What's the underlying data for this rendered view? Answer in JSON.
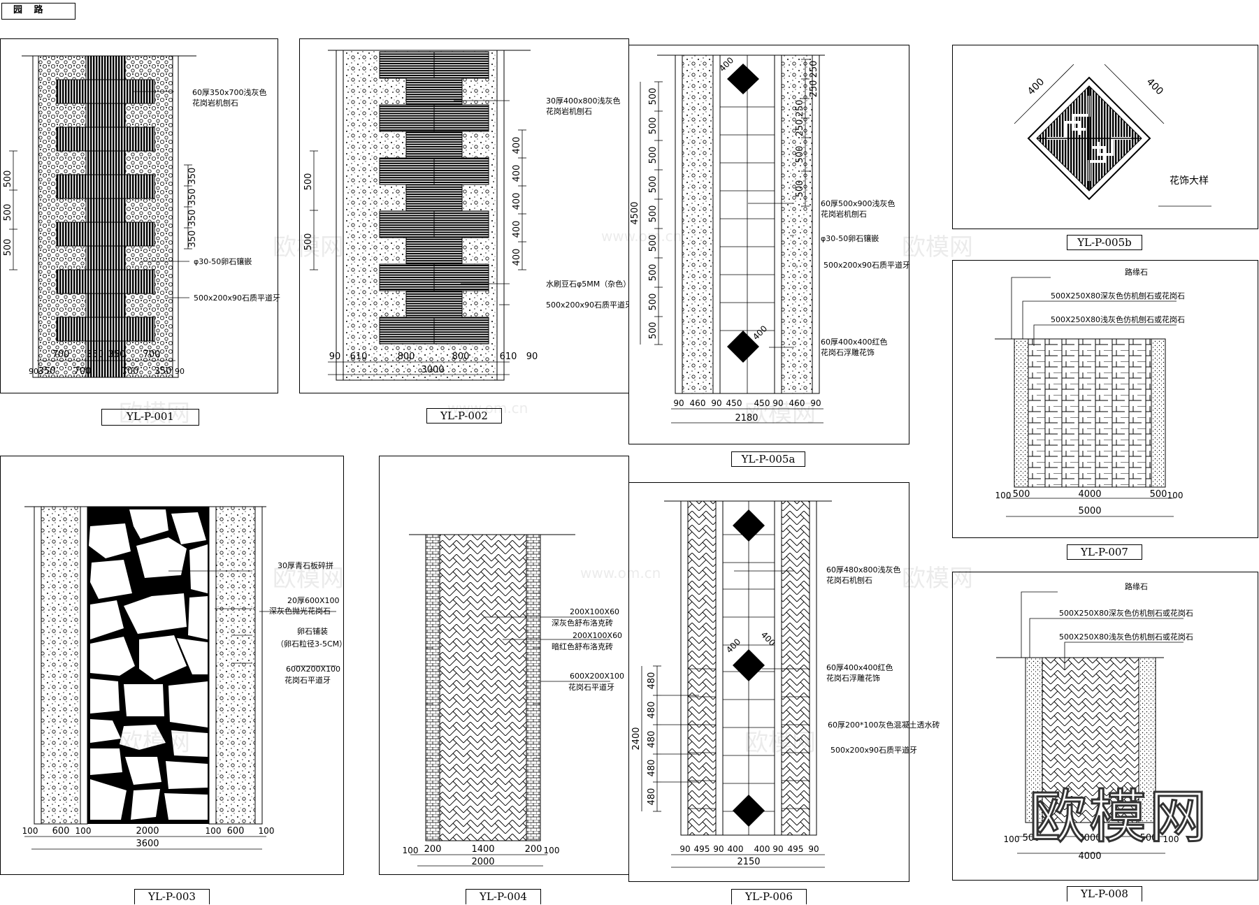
{
  "sheet_title": "园 路",
  "watermark_big": "欧模网",
  "watermark_small": "欧模网",
  "watermark_url": "www.om.cn",
  "drawings": {
    "p001": {
      "code": "YL-P-001",
      "notes": [
        "60厚350x700浅灰色",
        "花岗岩机刨石",
        "φ30-50卵石镶嵌",
        "500x200x90石质平道牙"
      ],
      "dim_left": [
        "500",
        "500",
        "500"
      ],
      "dim_right": [
        "350",
        "350",
        "350",
        "350"
      ],
      "dim_bottom1": [
        "700",
        "350",
        "350",
        "700"
      ],
      "dim_bottom2": [
        "90",
        "350",
        "700",
        "700",
        "350",
        "90"
      ]
    },
    "p002": {
      "code": "YL-P-002",
      "notes": [
        "30厚400x800浅灰色",
        "花岗岩机刨石",
        "水刷豆石φ5MM（杂色）",
        "500x200x90石质平道牙"
      ],
      "dim_left": [
        "500",
        "500"
      ],
      "dim_right": [
        "400",
        "400",
        "400",
        "400",
        "400"
      ],
      "dim_bottom1": [
        "90",
        "610",
        "800",
        "800",
        "610",
        "90"
      ],
      "dim_total": "3000"
    },
    "p003": {
      "code": "YL-P-003",
      "notes": [
        "30厚青石板碎拼",
        "20厚600X100",
        "深灰色抛光花岗石",
        "卵石铺装",
        "（卵石粒径3-5CM）",
        "600X200X100",
        "花岗石平道牙"
      ],
      "dim_bottom1": [
        "100",
        "600",
        "100",
        "2000",
        "100",
        "600",
        "100"
      ],
      "dim_total": "3600"
    },
    "p004": {
      "code": "YL-P-004",
      "notes": [
        "200X100X60",
        "深灰色舒布洛克砖",
        "200X100X60",
        "暗红色舒布洛克砖",
        "600X200X100",
        "花岗石平道牙"
      ],
      "dim_bottom1": [
        "100",
        "200",
        "1400",
        "200",
        "100"
      ],
      "dim_total": "2000"
    },
    "p005a": {
      "code": "YL-P-005a",
      "notes": [
        "60厚500x900浅灰色",
        "花岗岩机刨石",
        "φ30-50卵石镶嵌",
        "500x200x90石质平道牙",
        "60厚400x400红色",
        "花岗石浮雕花饰"
      ],
      "dim_left": [
        "500",
        "500",
        "500",
        "500",
        "500",
        "500",
        "500",
        "500",
        "500"
      ],
      "dim_left_total": "4500",
      "dim_right": [
        "250",
        "250",
        "250",
        "250",
        "500",
        "500"
      ],
      "dim_diag": "400",
      "dim_bottom1": [
        "90",
        "460",
        "90",
        "450",
        "450",
        "90",
        "460",
        "90"
      ],
      "dim_total": "2180"
    },
    "p005b": {
      "code": "YL-P-005b",
      "caption": "花饰大样",
      "dim": "400"
    },
    "p006": {
      "code": "YL-P-006",
      "notes": [
        "60厚480x800浅灰色",
        "花岗石机刨石",
        "60厚400x400红色",
        "花岗石浮雕花饰",
        "60厚200*100灰色混凝土透水砖",
        "500x200x90石质平道牙"
      ],
      "dim_left": [
        "480",
        "480",
        "480",
        "480",
        "480"
      ],
      "dim_left_total": "2400",
      "dim_diag": "400",
      "dim_bottom1": [
        "90",
        "495",
        "90",
        "400",
        "400",
        "90",
        "495",
        "90"
      ],
      "dim_total": "2150"
    },
    "p007": {
      "code": "YL-P-007",
      "notes": [
        "路缘石",
        "500X250X80深灰色仿机刨石或花岗石",
        "500X250X80浅灰色仿机刨石或花岗石"
      ],
      "dim_bottom1": [
        "100",
        "500",
        "4000",
        "500",
        "100"
      ],
      "dim_total": "5000"
    },
    "p008": {
      "code": "YL-P-008",
      "notes": [
        "路缘石",
        "500X250X80深灰色仿机刨石或花岗石",
        "500X250X80浅灰色仿机刨石或花岗石"
      ],
      "dim_bottom1": [
        "100",
        "500",
        "3000",
        "500",
        "100"
      ],
      "dim_total": "4000"
    }
  }
}
